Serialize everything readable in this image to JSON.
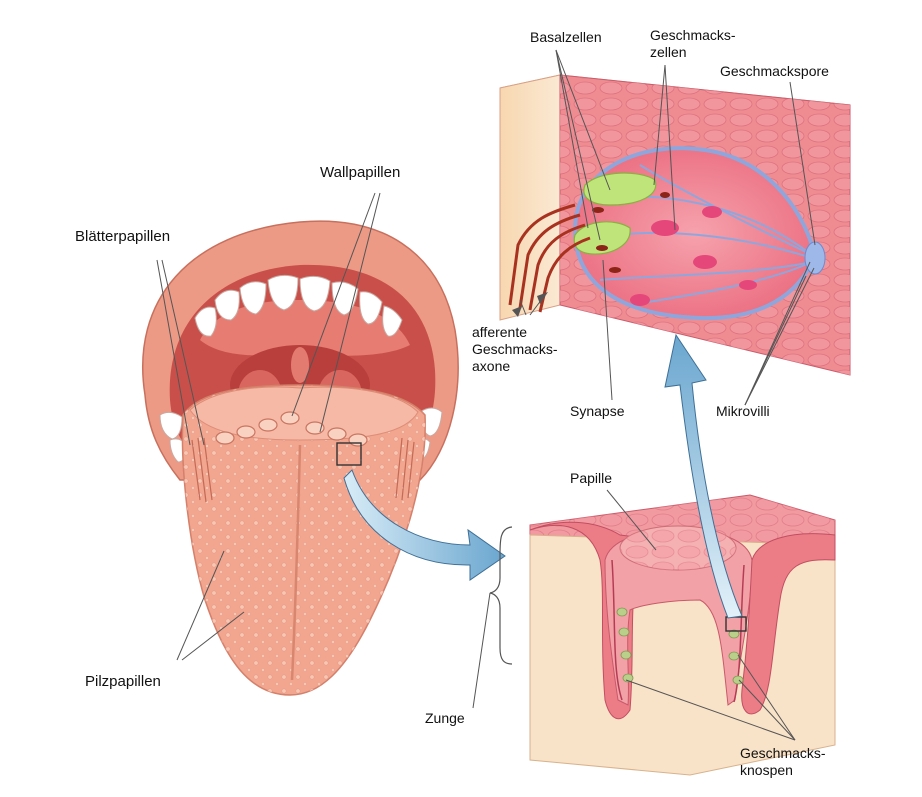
{
  "labels": {
    "blatterpapillen": "Blätterpapillen",
    "wallpapillen": "Wallpapillen",
    "pilzpapillen": "Pilzpapillen",
    "zunge": "Zunge",
    "papille": "Papille",
    "geschmacksknospen_1": "Geschmacks-",
    "geschmacksknospen_2": "knospen",
    "basalzellen": "Basalzellen",
    "geschmackszellen_1": "Geschmacks-",
    "geschmackszellen_2": "zellen",
    "geschmackspore": "Geschmackspore",
    "afferente_1": "afferente",
    "afferente_2": "Geschmacks-",
    "afferente_3": "axone",
    "synapse": "Synapse",
    "mikrovilli": "Mikrovilli"
  },
  "colors": {
    "tongue": "#f2a58f",
    "tongue_light": "#f7c3b0",
    "lips": "#ec9a86",
    "mouth_dark": "#c9504a",
    "teeth": "#ffffff",
    "tissue_pink": "#ef8c92",
    "tissue_light": "#f9e3c8",
    "bud_pink": "#f07a8a",
    "bud_outline": "#8fa6dd",
    "cell_green": "#bfe47a",
    "arrow_blue": "#7fb6d8",
    "pore_blue": "#9fb8ea"
  }
}
